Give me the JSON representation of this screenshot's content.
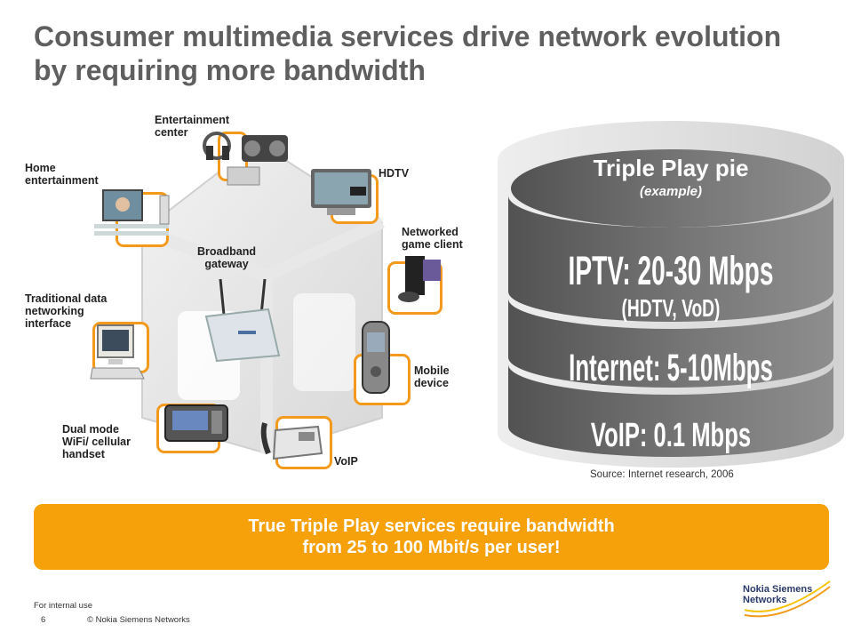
{
  "slide": {
    "title": "Consumer multimedia services drive network evolution by requiring more bandwidth"
  },
  "devices": {
    "entertainment_center": "Entertainment\ncenter",
    "hdtv": "HDTV",
    "home_entertainment": "Home\nentertainment",
    "networked_game_client": "Networked\ngame client",
    "broadband_gateway": "Broadband\ngateway",
    "traditional_data": "Traditional data\nnetworking\ninterface",
    "mobile_device": "Mobile\ndevice",
    "dual_mode": "Dual mode\nWiFi/ cellular\nhandset",
    "voip": "VoIP"
  },
  "pie": {
    "title": "Triple Play pie",
    "subtitle": "(example)",
    "layers": [
      "IPTV: 20-30 Mbps",
      "(HDTV, VoD)",
      "Internet: 5-10Mbps",
      "VoIP: 0.1 Mbps"
    ],
    "source": "Source: Internet  research,  2006"
  },
  "banner": {
    "line1": "True Triple Play services require bandwidth",
    "line2": "from 25 to 100 Mbit/s per user!"
  },
  "footer": {
    "internal": "For internal use",
    "page": "6",
    "copyright": "© Nokia Siemens Networks",
    "logo_line1": "Nokia Siemens",
    "logo_line2": "Networks"
  },
  "colors": {
    "accent": "#f6a00a",
    "frame": "#f39a1c",
    "title": "#5f5f5f"
  }
}
